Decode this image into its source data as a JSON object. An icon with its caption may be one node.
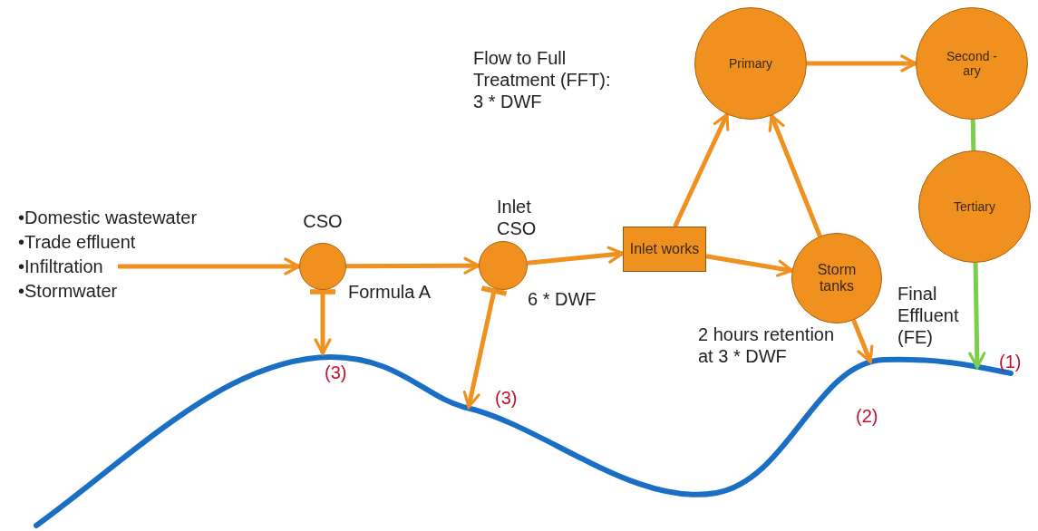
{
  "diagram": {
    "nodes": [
      {
        "text": [
          "•Domestic wastewater",
          "•Trade effluent",
          "•Infiltration",
          "•Stormwater"
        ]
      },
      {
        "text": [
          "CSO"
        ],
        "beside": [
          "Formula A"
        ]
      },
      {
        "text": [
          "Inlet CSO"
        ],
        "beside": [
          "6 * DWF"
        ]
      },
      {
        "text": [
          "Inlet works"
        ]
      },
      {
        "text": [
          "Primary"
        ]
      },
      {
        "text": [
          "Second -ary"
        ]
      },
      {
        "text": [
          "Tertiary"
        ]
      },
      {
        "text": [
          "Storm tanks"
        ],
        "beside": [
          "2 hours retention at 3 * DWF"
        ]
      },
      {
        "text": [],
        "shape": "river"
      }
    ],
    "edges": [
      {
        "from": 0,
        "to": 1,
        "arrow": "to"
      },
      {
        "from": 1,
        "to": 2,
        "arrow": "to"
      },
      {
        "from": 2,
        "to": 3,
        "arrow": "to"
      },
      {
        "from": 3,
        "to": 4,
        "arrow": "to"
      },
      {
        "from": 3,
        "to": 7,
        "arrow": "to"
      },
      {
        "from": 7,
        "to": 4,
        "arrow": "to"
      },
      {
        "from": 4,
        "to": 5,
        "arrow": "to"
      },
      {
        "from": 5,
        "to": 6,
        "arrow": "none",
        "color": "#7ccf4a"
      },
      {
        "from": 6,
        "to": 8,
        "arrow": "to",
        "color": "#7ccf4a",
        "label": "Final Effluent (FE)"
      },
      {
        "from": 1,
        "to": 8,
        "arrow": "to"
      },
      {
        "from": 2,
        "to": 8,
        "arrow": "to"
      },
      {
        "from": 7,
        "to": 8,
        "arrow": "to"
      }
    ],
    "labels": [
      "Flow to Full Treatment (FFT): 3 * DWF",
      "(3)",
      "(3)",
      "(2)",
      "(1)"
    ]
  }
}
